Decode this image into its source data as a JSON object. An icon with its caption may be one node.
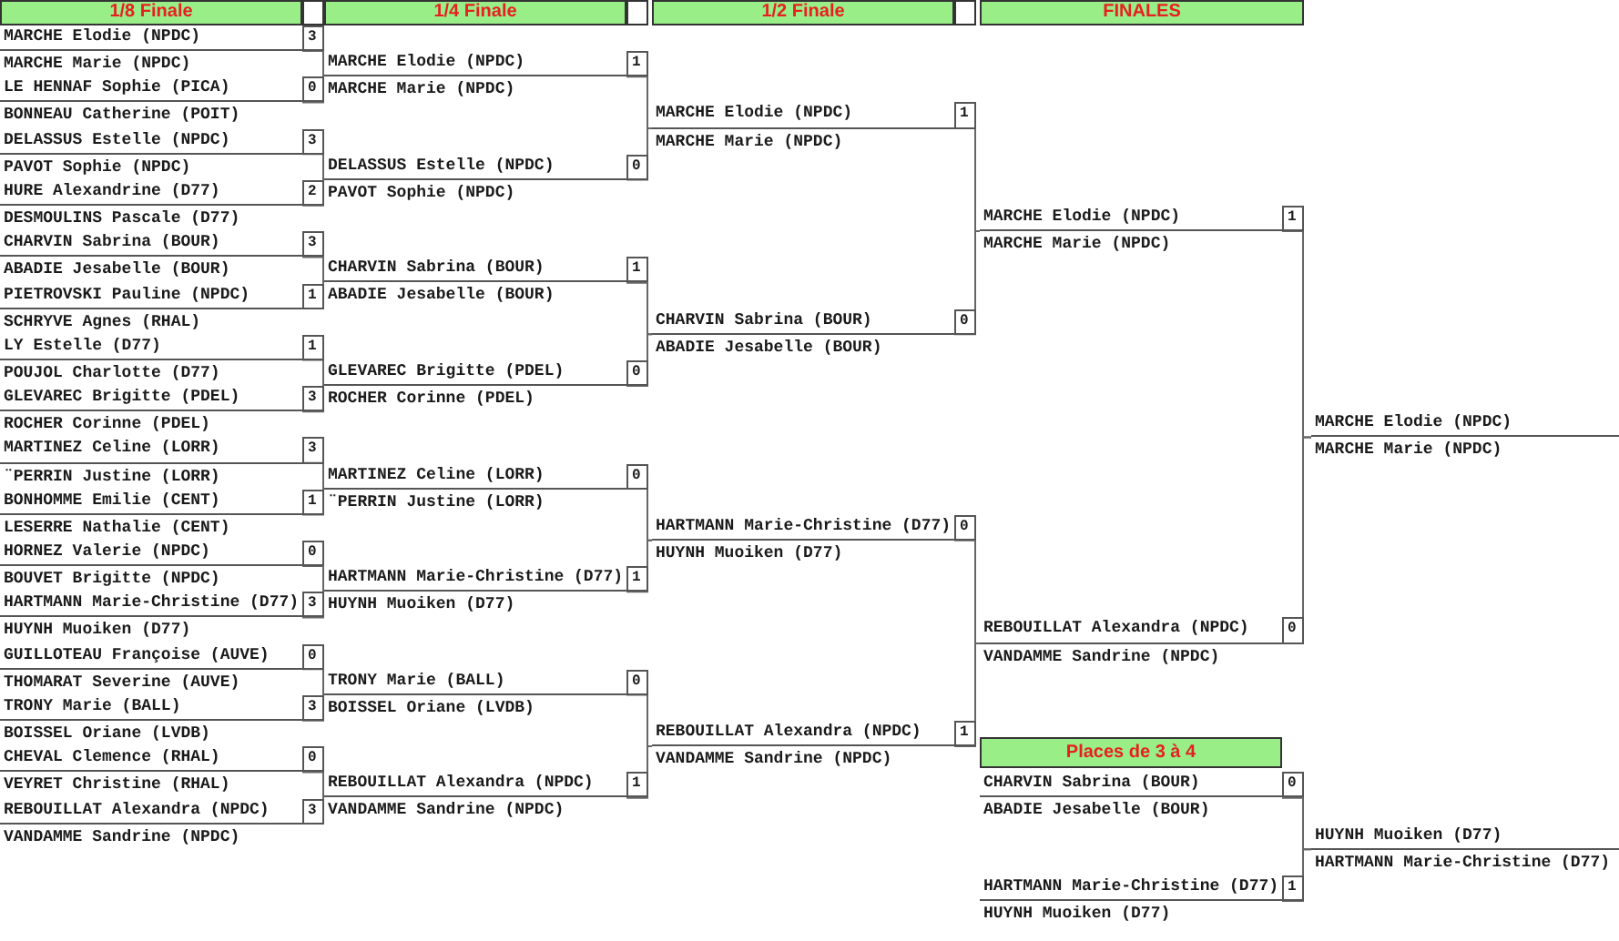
{
  "diagram": {
    "nodes": [
      {
        "text": [
          "1/8 Finale"
        ]
      },
      {
        "text": [],
        "shape": "box"
      },
      {
        "text": [
          "1/4 Finale"
        ]
      },
      {
        "text": [],
        "shape": "box"
      },
      {
        "text": [
          "1/2 Finale"
        ]
      },
      {
        "text": [],
        "shape": "box"
      },
      {
        "text": [
          "FINALES"
        ]
      },
      {
        "text": [
          "MARCHE Elodie (NPDC)",
          "MARCHE Marie (NPDC)"
        ],
        "beside": [
          "3"
        ]
      },
      {
        "text": [
          "LE HENNAF Sophie (PICA)",
          "BONNEAU Catherine (POIT)"
        ],
        "beside": [
          "0"
        ]
      },
      {
        "text": [
          "DELASSUS Estelle (NPDC)",
          "PAVOT Sophie (NPDC)"
        ],
        "beside": [
          "3"
        ]
      },
      {
        "text": [
          "HURE Alexandrine (D77)",
          "DESMOULINS Pascale (D77)"
        ],
        "beside": [
          "2"
        ]
      },
      {
        "text": [
          "CHARVIN Sabrina (BOUR)",
          "ABADIE Jesabelle (BOUR)"
        ],
        "beside": [
          "3"
        ]
      },
      {
        "text": [
          "PIETROVSKI Pauline (NPDC)",
          "SCHRYVE Agnes (RHAL)"
        ],
        "beside": [
          "1"
        ]
      },
      {
        "text": [
          "LY Estelle (D77)",
          "POUJOL Charlotte (D77)"
        ],
        "beside": [
          "1"
        ]
      },
      {
        "text": [
          "GLEVAREC Brigitte (PDEL)",
          "ROCHER Corinne (PDEL)"
        ],
        "beside": [
          "3"
        ]
      },
      {
        "text": [
          "MARTINEZ Celine (LORR)",
          "¨PERRIN Justine (LORR)"
        ],
        "beside": [
          "3"
        ]
      },
      {
        "text": [
          "BONHOMME Emilie (CENT)",
          "LESERRE Nathalie (CENT)"
        ],
        "beside": [
          "1"
        ]
      },
      {
        "text": [
          "HORNEZ Valerie (NPDC)",
          "BOUVET Brigitte (NPDC)"
        ],
        "beside": [
          "0"
        ]
      },
      {
        "text": [
          "HARTMANN Marie-Christine (D77)",
          "HUYNH Muoiken (D77)"
        ],
        "beside": [
          "3"
        ]
      },
      {
        "text": [
          "GUILLOTEAU Françoise (AUVE)",
          "THOMARAT Severine (AUVE)"
        ],
        "beside": [
          "0"
        ]
      },
      {
        "text": [
          "TRONY Marie (BALL)",
          "BOISSEL Oriane (LVDB)"
        ],
        "beside": [
          "3"
        ]
      },
      {
        "text": [
          "CHEVAL Clemence (RHAL)",
          "VEYRET Christine (RHAL)"
        ],
        "beside": [
          "0"
        ]
      },
      {
        "text": [
          "REBOUILLAT Alexandra (NPDC)",
          "VANDAMME Sandrine (NPDC)"
        ],
        "beside": [
          "3"
        ]
      },
      {
        "text": [
          "MARCHE Elodie (NPDC)",
          "MARCHE Marie (NPDC)"
        ],
        "beside": [
          "1"
        ]
      },
      {
        "text": [
          "DELASSUS Estelle (NPDC)",
          "PAVOT Sophie (NPDC)"
        ],
        "beside": [
          "0"
        ]
      },
      {
        "text": [
          "CHARVIN Sabrina (BOUR)",
          "ABADIE Jesabelle (BOUR)"
        ],
        "beside": [
          "1"
        ]
      },
      {
        "text": [
          "GLEVAREC Brigitte (PDEL)",
          "ROCHER Corinne (PDEL)"
        ],
        "beside": [
          "0"
        ]
      },
      {
        "text": [
          "MARTINEZ Celine (LORR)",
          "¨PERRIN Justine (LORR)"
        ],
        "beside": [
          "0"
        ]
      },
      {
        "text": [
          "HARTMANN Marie-Christine (D77)",
          "HUYNH Muoiken (D77)"
        ],
        "beside": [
          "1"
        ]
      },
      {
        "text": [
          "TRONY Marie (BALL)",
          "BOISSEL Oriane (LVDB)"
        ],
        "beside": [
          "0"
        ]
      },
      {
        "text": [
          "REBOUILLAT Alexandra (NPDC)",
          "VANDAMME Sandrine (NPDC)"
        ],
        "beside": [
          "1"
        ]
      },
      {
        "text": [
          "MARCHE Elodie (NPDC)",
          "MARCHE Marie (NPDC)"
        ],
        "beside": [
          "1"
        ]
      },
      {
        "text": [
          "CHARVIN Sabrina (BOUR)",
          "ABADIE Jesabelle (BOUR)"
        ],
        "beside": [
          "0"
        ]
      },
      {
        "text": [
          "HARTMANN Marie-Christine (D77)",
          "HUYNH Muoiken (D77)"
        ],
        "beside": [
          "0"
        ]
      },
      {
        "text": [
          "REBOUILLAT Alexandra (NPDC)",
          "VANDAMME Sandrine (NPDC)"
        ],
        "beside": [
          "1"
        ]
      },
      {
        "text": [
          "MARCHE Elodie (NPDC)",
          "MARCHE Marie (NPDC)"
        ],
        "beside": [
          "1"
        ]
      },
      {
        "text": [
          "REBOUILLAT Alexandra (NPDC)",
          "VANDAMME Sandrine (NPDC)"
        ],
        "beside": [
          "0"
        ]
      },
      {
        "text": [
          "MARCHE Elodie (NPDC)",
          "MARCHE Marie (NPDC)"
        ]
      },
      {
        "text": [
          "Places de 3 à 4"
        ]
      },
      {
        "text": [
          "CHARVIN Sabrina (BOUR)",
          "ABADIE Jesabelle (BOUR)"
        ],
        "beside": [
          "0"
        ]
      },
      {
        "text": [
          "HARTMANN Marie-Christine (D77)",
          "HUYNH Muoiken (D77)"
        ],
        "beside": [
          "1"
        ]
      },
      {
        "text": [
          "HUYNH Muoiken (D77)",
          "HARTMANN Marie-Christine (D77)"
        ]
      }
    ],
    "edges": [
      {
        "from": 7,
        "to": 23,
        "arrow": "none"
      },
      {
        "from": 8,
        "to": 23,
        "arrow": "none"
      },
      {
        "from": 9,
        "to": 24,
        "arrow": "none"
      },
      {
        "from": 10,
        "to": 24,
        "arrow": "none"
      },
      {
        "from": 11,
        "to": 25,
        "arrow": "none"
      },
      {
        "from": 12,
        "to": 25,
        "arrow": "none"
      },
      {
        "from": 13,
        "to": 26,
        "arrow": "none"
      },
      {
        "from": 14,
        "to": 26,
        "arrow": "none"
      },
      {
        "from": 15,
        "to": 27,
        "arrow": "none"
      },
      {
        "from": 16,
        "to": 27,
        "arrow": "none"
      },
      {
        "from": 17,
        "to": 28,
        "arrow": "none"
      },
      {
        "from": 18,
        "to": 28,
        "arrow": "none"
      },
      {
        "from": 19,
        "to": 29,
        "arrow": "none"
      },
      {
        "from": 20,
        "to": 29,
        "arrow": "none"
      },
      {
        "from": 21,
        "to": 30,
        "arrow": "none"
      },
      {
        "from": 22,
        "to": 30,
        "arrow": "none"
      },
      {
        "from": 23,
        "to": 31,
        "arrow": "none"
      },
      {
        "from": 24,
        "to": 31,
        "arrow": "none"
      },
      {
        "from": 25,
        "to": 32,
        "arrow": "none"
      },
      {
        "from": 26,
        "to": 32,
        "arrow": "none"
      },
      {
        "from": 27,
        "to": 33,
        "arrow": "none"
      },
      {
        "from": 28,
        "to": 33,
        "arrow": "none"
      },
      {
        "from": 29,
        "to": 34,
        "arrow": "none"
      },
      {
        "from": 30,
        "to": 34,
        "arrow": "none"
      },
      {
        "from": 31,
        "to": 35,
        "arrow": "none"
      },
      {
        "from": 32,
        "to": 35,
        "arrow": "none"
      },
      {
        "from": 33,
        "to": 36,
        "arrow": "none"
      },
      {
        "from": 34,
        "to": 36,
        "arrow": "none"
      },
      {
        "from": 35,
        "to": 37,
        "arrow": "none"
      },
      {
        "from": 36,
        "to": 37,
        "arrow": "none"
      },
      {
        "from": 39,
        "to": 41,
        "arrow": "none"
      },
      {
        "from": 40,
        "to": 41,
        "arrow": "none"
      }
    ]
  }
}
